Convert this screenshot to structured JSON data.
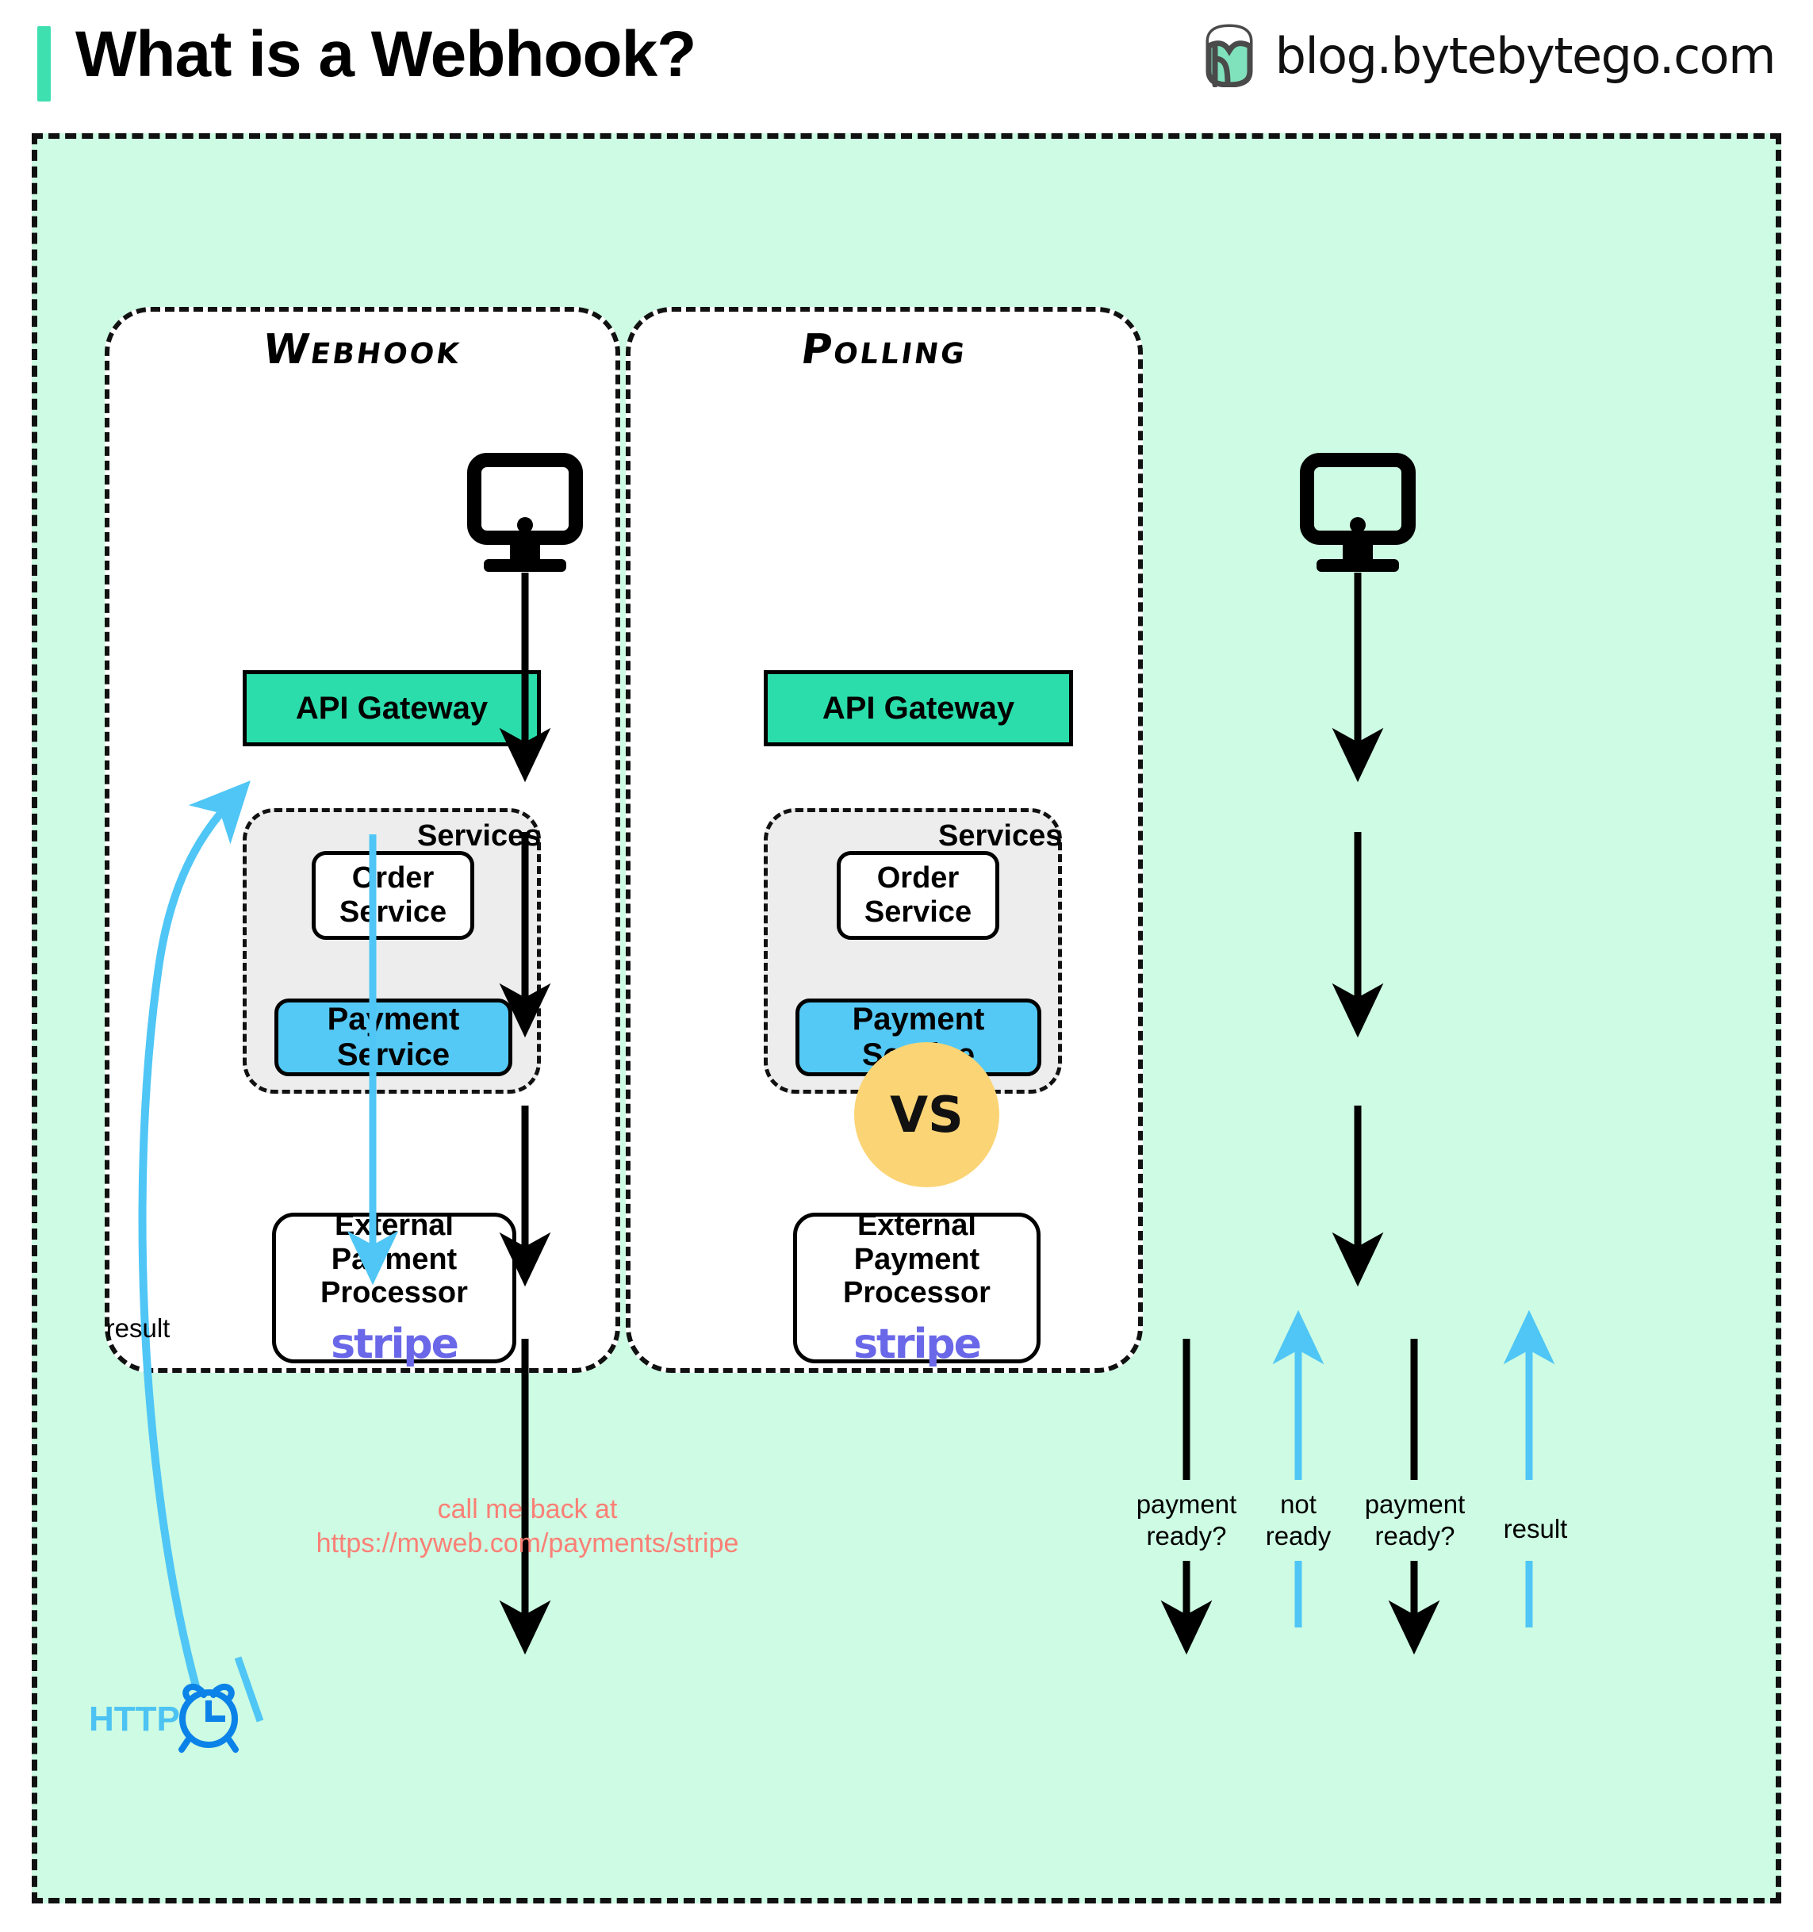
{
  "header": {
    "title": "What is a Webhook?",
    "brand_url": "blog.bytebytego.com",
    "logo_icon": "bytebytego-logo-icon",
    "accent_color": "#3FE0B0"
  },
  "vs_badge": {
    "label": "VS",
    "color": "#FBD475"
  },
  "colors": {
    "canvas": "#CDFBE3",
    "api_gateway": "#2BDDAB",
    "payment_service": "#55C9F5",
    "services_group": "#EDEDED",
    "callback_text": "#FA8076",
    "http_text": "#4CC3F2",
    "arrow_blue": "#4FC6F5",
    "clock_blue": "#0B82E8",
    "stripe_purple": "#6A68E8"
  },
  "panels": [
    {
      "id": "webhook",
      "title": "Webhook",
      "client_icon": "monitor-icon",
      "nodes": {
        "api_gateway": "API Gateway",
        "services_label": "Services",
        "order_service": "Order\nService",
        "payment_service": "Payment Service",
        "external_processor": "External\nPayment Processor",
        "stripe": "stripe"
      },
      "labels": {
        "result": "result",
        "http": "HTTP",
        "callback": "call me back at\nhttps://myweb.com/payments/stripe"
      },
      "icons": {
        "clock": "alarm-clock-icon"
      }
    },
    {
      "id": "polling",
      "title": "Polling",
      "client_icon": "monitor-icon",
      "nodes": {
        "api_gateway": "API Gateway",
        "services_label": "Services",
        "order_service": "Order\nService",
        "payment_service": "Payment Service",
        "external_processor": "External\nPayment Processor",
        "stripe": "stripe"
      },
      "labels": {
        "poll_1": "payment\nready?",
        "poll_2": "not\nready",
        "poll_3": "payment\nready?",
        "result": "result"
      }
    }
  ]
}
